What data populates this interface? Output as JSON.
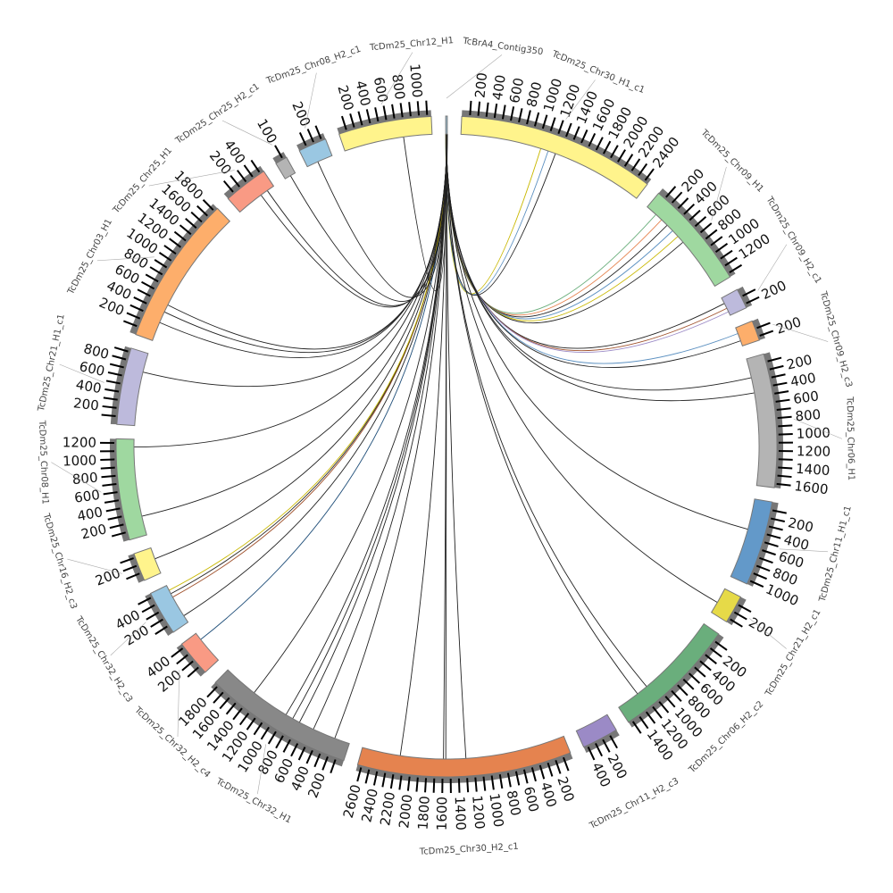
{
  "chart_data": {
    "type": "circos",
    "tick_interval": 100,
    "segments": [
      {
        "name": "TcBrA4_Contig350",
        "length": 20,
        "color": "#9ecae1",
        "ticks": false
      },
      {
        "name": "TcDm25_Chr30_H1_c1",
        "length": 2450,
        "color": "#fff48c"
      },
      {
        "name": "TcDm25_Chr09_H1",
        "length": 1350,
        "color": "#9fd8a0"
      },
      {
        "name": "TcDm25_Chr09_H2_c1",
        "length": 250,
        "color": "#bdbadc"
      },
      {
        "name": "TcDm25_Chr09_H2_c3",
        "length": 250,
        "color": "#fdae6b"
      },
      {
        "name": "TcDm25_Chr06_H1",
        "length": 1650,
        "color": "#b4b4b4"
      },
      {
        "name": "TcDm25_Chr11_H1_c1",
        "length": 1050,
        "color": "#6399c9"
      },
      {
        "name": "TcDm25_Chr21_H2_c1",
        "length": 350,
        "color": "#e6da48"
      },
      {
        "name": "TcDm25_Chr06_H2_c2",
        "length": 1550,
        "color": "#6aae7c"
      },
      {
        "name": "TcDm25_Chr11_H2_c3",
        "length": 450,
        "color": "#9b8ac6"
      },
      {
        "name": "TcDm25_Chr30_H2_c1",
        "length": 2650,
        "color": "#e5834f"
      },
      {
        "name": "TcDm25_Chr32_H1",
        "length": 1850,
        "color": "#888888"
      },
      {
        "name": "TcDm25_Chr32_H2_c4",
        "length": 450,
        "color": "#f99a84"
      },
      {
        "name": "TcDm25_Chr32_H2_c3",
        "length": 550,
        "color": "#9ac7e2"
      },
      {
        "name": "TcDm25_Chr16_H2_c3",
        "length": 350,
        "color": "#fff48c"
      },
      {
        "name": "TcDm25_Chr08_H1",
        "length": 1250,
        "color": "#9fd8a0"
      },
      {
        "name": "TcDm25_Chr21_H1_c1",
        "length": 950,
        "color": "#bdbadc"
      },
      {
        "name": "TcDm25_Chr03_H1",
        "length": 1850,
        "color": "#fdae6b"
      },
      {
        "name": "TcDm25_Chr25_H1",
        "length": 550,
        "color": "#f99a84"
      },
      {
        "name": "TcDm25_Chr25_H2_c1",
        "length": 150,
        "color": "#b4b4b4"
      },
      {
        "name": "TcDm25_Chr08_H2_c1",
        "length": 350,
        "color": "#9ac7e2"
      },
      {
        "name": "TcDm25_Chr12_H1",
        "length": 1150,
        "color": "#fff48c"
      }
    ],
    "links": [
      {
        "to": 1,
        "pos": 1050,
        "color": "#c9b800"
      },
      {
        "to": 1,
        "pos": 1150,
        "color": "#5a8fc0"
      },
      {
        "to": 1,
        "pos": 1250,
        "color": "#222"
      },
      {
        "to": 2,
        "pos": 150,
        "color": "#6aae7c"
      },
      {
        "to": 2,
        "pos": 250,
        "color": "#e5834f"
      },
      {
        "to": 2,
        "pos": 350,
        "color": "#222"
      },
      {
        "to": 2,
        "pos": 450,
        "color": "#5a8fc0"
      },
      {
        "to": 2,
        "pos": 550,
        "color": "#c9b800"
      },
      {
        "to": 2,
        "pos": 650,
        "color": "#222"
      },
      {
        "to": 3,
        "pos": 80,
        "color": "#222"
      },
      {
        "to": 3,
        "pos": 150,
        "color": "#a0522d"
      },
      {
        "to": 3,
        "pos": 200,
        "color": "#9b8ac6"
      },
      {
        "to": 4,
        "pos": 80,
        "color": "#5a8fc0"
      },
      {
        "to": 4,
        "pos": 180,
        "color": "#222"
      },
      {
        "to": 5,
        "pos": 250,
        "color": "#222"
      },
      {
        "to": 5,
        "pos": 450,
        "color": "#222"
      },
      {
        "to": 6,
        "pos": 400,
        "color": "#222"
      },
      {
        "to": 7,
        "pos": 200,
        "color": "#222"
      },
      {
        "to": 8,
        "pos": 1100,
        "color": "#222"
      },
      {
        "to": 8,
        "pos": 1250,
        "color": "#222"
      },
      {
        "to": 10,
        "pos": 1300,
        "color": "#222"
      },
      {
        "to": 10,
        "pos": 1560,
        "color": "#222"
      },
      {
        "to": 10,
        "pos": 1590,
        "color": "#222"
      },
      {
        "to": 10,
        "pos": 2150,
        "color": "#222"
      },
      {
        "to": 11,
        "pos": 200,
        "color": "#222"
      },
      {
        "to": 11,
        "pos": 500,
        "color": "#222"
      },
      {
        "to": 11,
        "pos": 700,
        "color": "#222"
      },
      {
        "to": 11,
        "pos": 800,
        "color": "#222"
      },
      {
        "to": 11,
        "pos": 900,
        "color": "#222"
      },
      {
        "to": 11,
        "pos": 1400,
        "color": "#222"
      },
      {
        "to": 12,
        "pos": 350,
        "color": "#1f4e79"
      },
      {
        "to": 13,
        "pos": 100,
        "color": "#222"
      },
      {
        "to": 13,
        "pos": 380,
        "color": "#a0522d"
      },
      {
        "to": 13,
        "pos": 430,
        "color": "#222"
      },
      {
        "to": 13,
        "pos": 480,
        "color": "#c9b800"
      },
      {
        "to": 14,
        "pos": 200,
        "color": "#222"
      },
      {
        "to": 15,
        "pos": 250,
        "color": "#222"
      },
      {
        "to": 15,
        "pos": 1150,
        "color": "#222"
      },
      {
        "to": 16,
        "pos": 700,
        "color": "#222"
      },
      {
        "to": 17,
        "pos": 250,
        "color": "#222"
      },
      {
        "to": 17,
        "pos": 400,
        "color": "#222"
      },
      {
        "to": 17,
        "pos": 500,
        "color": "#222"
      },
      {
        "to": 18,
        "pos": 350,
        "color": "#222"
      },
      {
        "to": 18,
        "pos": 450,
        "color": "#222"
      },
      {
        "to": 19,
        "pos": 80,
        "color": "#222"
      },
      {
        "to": 20,
        "pos": 150,
        "color": "#222"
      },
      {
        "to": 21,
        "pos": 780,
        "color": "#222"
      }
    ]
  }
}
